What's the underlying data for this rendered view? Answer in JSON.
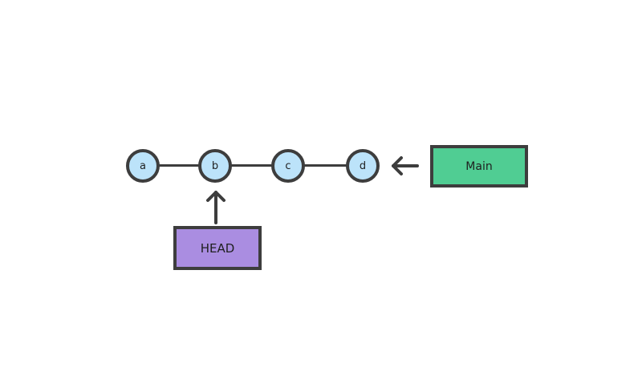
{
  "diagram": {
    "title": "git-commit-history",
    "background_color": "#ffffff",
    "stroke_color": "#3d3d3d",
    "text_color": "#1f1f1f",
    "nodes": [
      {
        "label": "a"
      },
      {
        "label": "b"
      },
      {
        "label": "c"
      },
      {
        "label": "d"
      }
    ],
    "node_fill": "#bce3fa",
    "edges": [
      {
        "from": "a",
        "to": "b"
      },
      {
        "from": "b",
        "to": "c"
      },
      {
        "from": "c",
        "to": "d"
      }
    ],
    "branch_label": {
      "text": "Main",
      "fill": "#50cd93",
      "points_to": "d",
      "arrow_direction": "left"
    },
    "head_label": {
      "text": "HEAD",
      "fill": "#aa8de1",
      "points_to": "b",
      "arrow_direction": "up"
    }
  }
}
